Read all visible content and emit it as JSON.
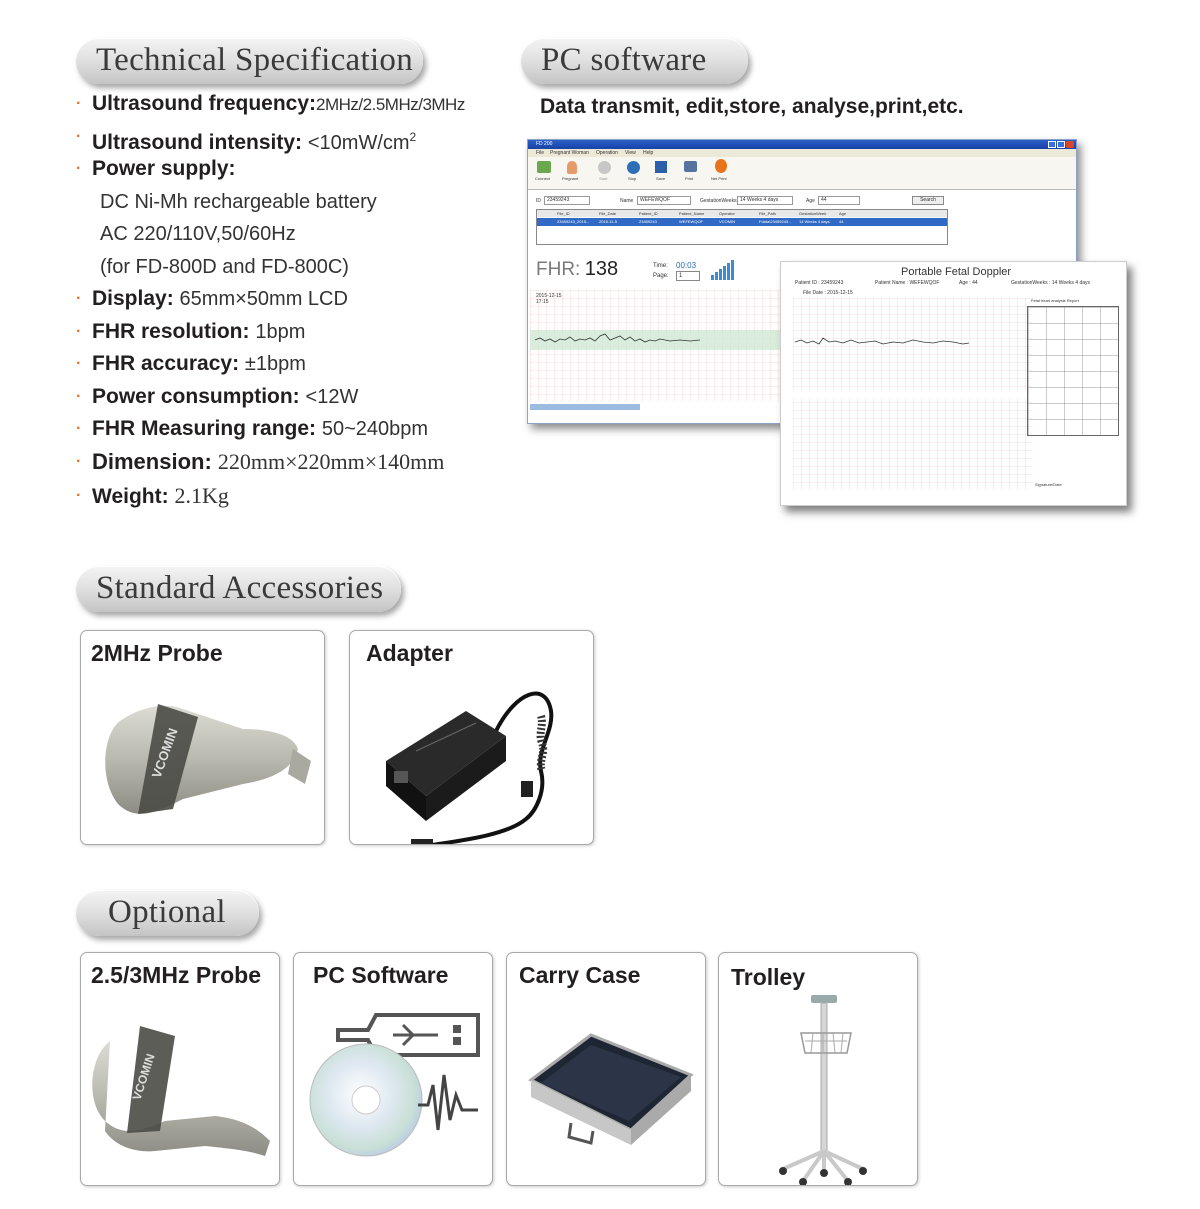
{
  "sections": {
    "tech_spec": "Technical Specification",
    "pc_software": "PC software",
    "accessories": "Standard Accessories",
    "optional": "Optional"
  },
  "specs": [
    {
      "label": "Ultrasound frequency:",
      "value": "2MHz/2.5MHz/3MHz"
    },
    {
      "label": "Ultrasound intensity:",
      "value": "<10mW/cm",
      "sup": "2"
    },
    {
      "label": "Power supply:",
      "value": ""
    },
    {
      "label": "Display:",
      "value": "65mm×50mm LCD"
    },
    {
      "label": "FHR resolution:",
      "value": "1bpm"
    },
    {
      "label": "FHR accuracy:",
      "value": "±1bpm"
    },
    {
      "label": "Power consumption:",
      "value": "<12W"
    },
    {
      "label": "FHR Measuring range:",
      "value": "50~240bpm"
    },
    {
      "label": "Dimension:",
      "value": "220mm×220mm×140mm"
    },
    {
      "label": "Weight:",
      "value": "2.1Kg"
    }
  ],
  "power_lines": [
    "DC Ni-Mh rechargeable battery",
    "AC 220/110V,50/60Hz",
    "(for FD-800D and FD-800C)"
  ],
  "pc_tagline": "Data transmit, edit,store, analyse,print,etc.",
  "software": {
    "title": "FD 200",
    "menu": [
      "File",
      "Pregnant Woman",
      "Operation",
      "View",
      "Help"
    ],
    "toolbar": [
      "Connect",
      "Pregnant",
      "Start",
      "Stop",
      "Save",
      "Print",
      "Net Print"
    ],
    "fields": {
      "id_label": "ID",
      "id_value": "23459243",
      "name_label": "Name",
      "name_value": "WEFEWQOF",
      "gest_label": "GestationWeeks",
      "gest_value": "14 Weeks 4 days",
      "age_label": "Age",
      "age_value": "44",
      "search": "Search"
    },
    "columns": [
      "File_ID",
      "File_Date",
      "Patient_ID",
      "Patient_Name",
      "Operator",
      "File_Path",
      "GestationWeek",
      "Age"
    ],
    "row": [
      "23459243_2015...",
      "2015-11-5",
      "23459243",
      "WEFEWQOF",
      "VCOMIN",
      "Fdata\\23459243...",
      "14 Weeks 4 days",
      "44"
    ],
    "fhr_label": "FHR:",
    "fhr_value": "138",
    "time_label": "Time:",
    "time_value": "00:03",
    "page_label": "Page:",
    "page_value": "1",
    "date": "2015-12-15",
    "clock": "17:15"
  },
  "report": {
    "title": "Portable Fetal Doppler",
    "patient_id": "Patient ID : 23459243",
    "patient_name": "Patient Name : WEFEWQOF",
    "age": "Age : 44",
    "gestation": "GestationWeeks : 14 Weeks 4 days",
    "file_date": "File Date : 2015-12-15",
    "analysis": "Fetal heart analysis Report",
    "sign": "Signature/Date"
  },
  "accessories": [
    {
      "title": "2MHz Probe",
      "icon": "probe-image"
    },
    {
      "title": "Adapter",
      "icon": "adapter-image"
    }
  ],
  "optional_items": [
    {
      "title": "2.5/3MHz Probe",
      "icon": "probe-image"
    },
    {
      "title": "PC Software",
      "icon": "cd-usb-image"
    },
    {
      "title": "Carry Case",
      "icon": "case-image"
    },
    {
      "title": "Trolley",
      "icon": "trolley-image"
    }
  ],
  "colors": {
    "bullet": "#e8731d",
    "heading_text": "#3a3a3a",
    "grid": "#f1b9c0",
    "trace": "#333333",
    "band": "#cfe8d4"
  }
}
